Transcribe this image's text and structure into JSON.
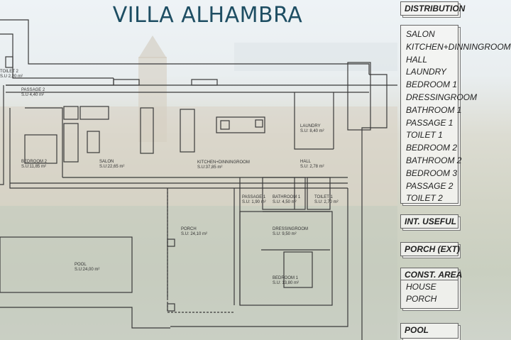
{
  "header": {
    "title": "VILLA ALHAMBRA"
  },
  "rooms": {
    "passage2": {
      "name": "PASSAGE 2",
      "area": "S.U 4,40 m²"
    },
    "toilet2": {
      "name": "TOILET 2",
      "area": "S.U 2,20 m²"
    },
    "bedroom2": {
      "name": "BEDROOM 2",
      "area": "S.U:11,85 m²"
    },
    "salon": {
      "name": "SALON",
      "area": "S.U:22,65 m²"
    },
    "kitchen": {
      "name": "KITCHEN+DINNINGROOM",
      "area": "S.U:37,85 m²"
    },
    "laundry": {
      "name": "LAUNDRY",
      "area": "S.U: 8,40 m²"
    },
    "hall": {
      "name": "HALL",
      "area": "S.U: 2,78 m²"
    },
    "passage1": {
      "name": "PASSAGE 1",
      "area": "S.U: 1,90 m²"
    },
    "bathroom1": {
      "name": "BATHROOM 1",
      "area": "S.U: 4,50 m²"
    },
    "toilet1": {
      "name": "TOILET 1",
      "area": "S.U: 2,70 m²"
    },
    "porch": {
      "name": "PORCH",
      "area": "S.U: 24,10 m²"
    },
    "dressingroom": {
      "name": "DRESSINGROOM",
      "area": "S.U: 9,50 m²"
    },
    "bedroom1": {
      "name": "BEDROOM 1",
      "area": "S.U: 13,80 m²"
    },
    "pool": {
      "name": "POOL",
      "area": "S.U:24,00 m²"
    }
  },
  "legend": {
    "distribution": {
      "heading": "DISTRIBUTION",
      "items": [
        "SALON",
        "KITCHEN+DINNINGROOM",
        "HALL",
        "LAUNDRY",
        "BEDROOM 1",
        "DRESSINGROOM",
        "BATHROOM 1",
        "PASSAGE 1",
        "TOILET 1",
        "BEDROOM 2",
        "BATHROOM 2",
        "BEDROOM 3",
        "PASSAGE 2",
        "TOILET 2"
      ]
    },
    "int_useful": {
      "heading": "INT. USEFUL"
    },
    "porch_ext": {
      "heading": "PORCH (EXT)"
    },
    "const_area": {
      "heading": "CONST. AREA",
      "items": [
        "HOUSE",
        "PORCH"
      ]
    },
    "pool": {
      "heading": "POOL"
    }
  }
}
